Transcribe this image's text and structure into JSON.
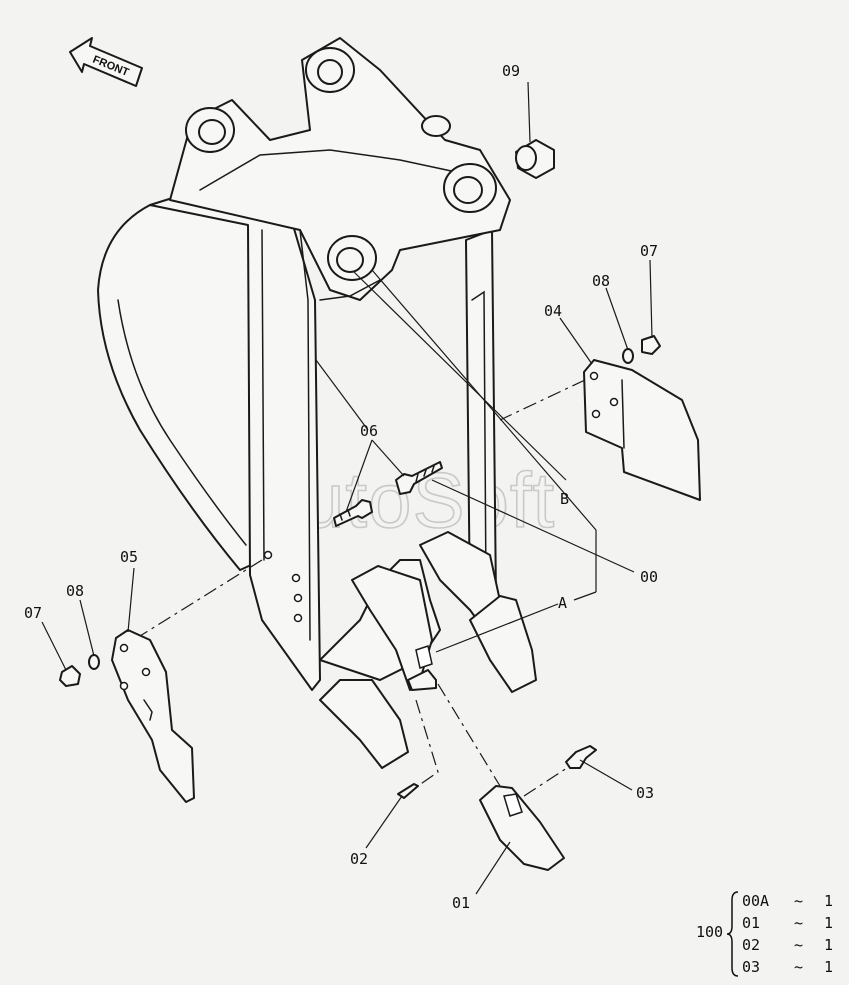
{
  "watermark": "AutoSoft",
  "front_label": "FRONT",
  "callouts": [
    {
      "id": "c09",
      "text": "09"
    },
    {
      "id": "c07a",
      "text": "07"
    },
    {
      "id": "c08a",
      "text": "08"
    },
    {
      "id": "c04",
      "text": "04"
    },
    {
      "id": "c06",
      "text": "06"
    },
    {
      "id": "cB",
      "text": "B"
    },
    {
      "id": "c00",
      "text": "00"
    },
    {
      "id": "cA",
      "text": "A"
    },
    {
      "id": "c05",
      "text": "05"
    },
    {
      "id": "c08b",
      "text": "08"
    },
    {
      "id": "c07b",
      "text": "07"
    },
    {
      "id": "c03",
      "text": "03"
    },
    {
      "id": "c02",
      "text": "02"
    },
    {
      "id": "c01",
      "text": "01"
    }
  ],
  "kit": {
    "base_number": "100",
    "rows": [
      {
        "part": "00A",
        "tilde": "~",
        "qty": "1"
      },
      {
        "part": "01",
        "tilde": "~",
        "qty": "1"
      },
      {
        "part": "02",
        "tilde": "~",
        "qty": "1"
      },
      {
        "part": "03",
        "tilde": "~",
        "qty": "1"
      }
    ]
  }
}
